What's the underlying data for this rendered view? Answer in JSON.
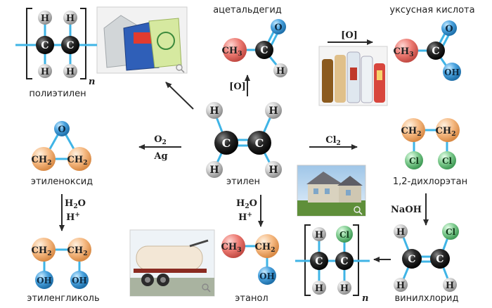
{
  "molecules": {
    "polyethylene": {
      "name": "полиэтилен",
      "n": "n"
    },
    "acetaldehyde": {
      "name": "ацетальдегид",
      "ch3": "CH",
      "ch3_sub": "3",
      "c": "C",
      "o": "O",
      "h": "H"
    },
    "acetic_acid": {
      "name": "уксусная кислота",
      "ch3": "CH",
      "ch3_sub": "3",
      "c": "C",
      "o": "O",
      "oh": "OH"
    },
    "ethylene_oxide": {
      "name": "этиленоксид",
      "o": "O",
      "ch2": "CH",
      "ch2_sub": "2"
    },
    "ethylene": {
      "name": "этилен",
      "c": "C",
      "h": "H"
    },
    "dichloroethane": {
      "name": "1,2-дихлорэтан",
      "ch2": "CH",
      "ch2_sub": "2",
      "cl": "Cl"
    },
    "ethylene_glycol": {
      "name": "этиленгликоль",
      "ch2": "CH",
      "ch2_sub": "2",
      "oh": "OH"
    },
    "ethanol": {
      "name": "этанол",
      "ch3": "CH",
      "ch3_sub": "3",
      "ch2": "CH",
      "ch2_sub": "2",
      "oh": "OH"
    },
    "vinyl_chloride": {
      "name": "винилхлорид",
      "c": "C",
      "h": "H",
      "cl": "Cl"
    },
    "polyvinyl_chloride": {
      "n": "n",
      "c": "C",
      "h": "H",
      "cl": "Cl"
    }
  },
  "reagents": {
    "oxidation": "[O]",
    "o2": "O",
    "o2_sub": "2",
    "ag": "Ag",
    "cl2": "Cl",
    "cl2_sub": "2",
    "h2o": "H",
    "h2o_sub": "2",
    "h2o_o": "O",
    "h_plus": "H",
    "plus": "+",
    "naoh": "NaOH"
  },
  "photos": [
    "plastic-bags-photo",
    "bottles-photo",
    "house-photo",
    "tanker-truck-photo"
  ],
  "colors": {
    "carbon": "#2a2a2a",
    "hydrogen": "#c8c8c8",
    "oxygen": "#4aa3df",
    "ch_group": "#f5b982",
    "ch3_group": "#ec7a72",
    "chlorine": "#7fcb8f",
    "bond": "#3fb4e6",
    "arrow": "#2b2b2b"
  }
}
